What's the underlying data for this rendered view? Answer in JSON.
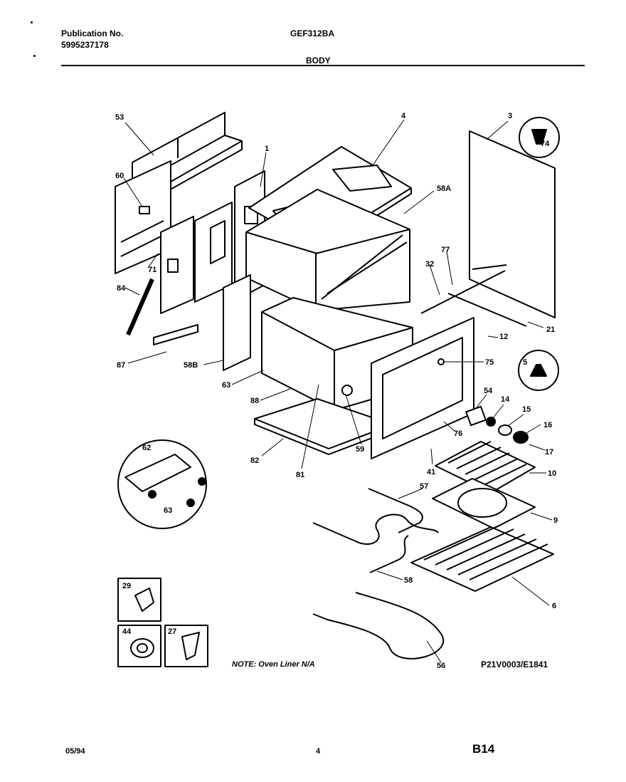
{
  "header": {
    "publication_label": "Publication No.",
    "publication_number": "5995237178",
    "model": "GEF312BA",
    "section": "BODY"
  },
  "note": "NOTE: Oven Liner N/A",
  "reference": "P21V0003/E1841",
  "footer": {
    "date": "05/94",
    "page": "4",
    "code": "B14"
  },
  "callouts": [
    "53",
    "4",
    "3",
    "74",
    "1",
    "60",
    "58A",
    "71",
    "77",
    "32",
    "84",
    "21",
    "12",
    "87",
    "58B",
    "75",
    "5",
    "63",
    "88",
    "54",
    "14",
    "15",
    "16",
    "17",
    "62",
    "82",
    "59",
    "81",
    "41",
    "76",
    "10",
    "57",
    "9",
    "63",
    "58",
    "6",
    "29",
    "44",
    "27",
    "56"
  ],
  "inset_labels": {
    "detail": [
      "62",
      "63"
    ],
    "box_29": "29",
    "box_44": "44",
    "box_27": "27"
  }
}
